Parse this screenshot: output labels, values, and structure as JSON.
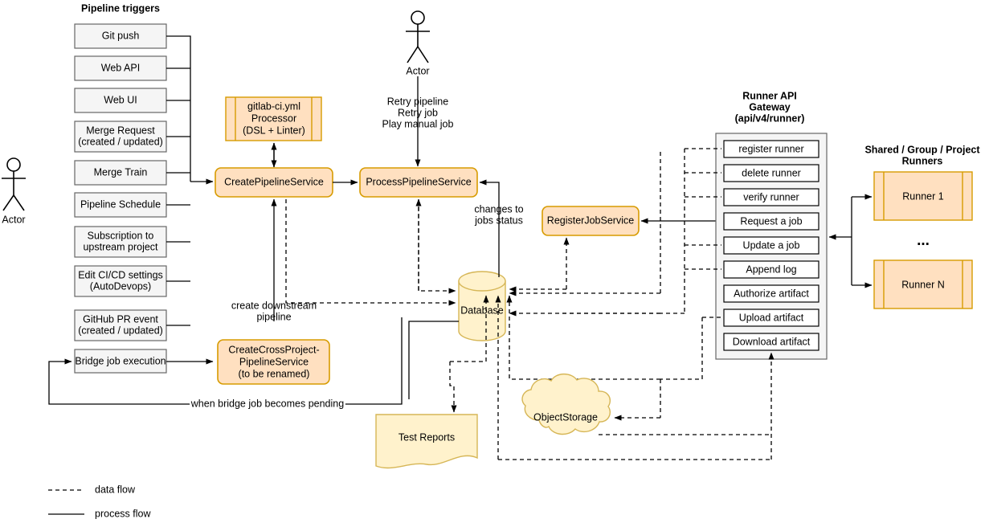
{
  "title": "GitLab CI pipeline architecture diagram",
  "sections": {
    "pipeline_triggers_title": "Pipeline triggers",
    "runner_gateway_title_l1": "Runner API",
    "runner_gateway_title_l2": "Gateway",
    "runner_gateway_title_l3": "(api/v4/runner)",
    "runners_title_l1": "Shared / Group / Project",
    "runners_title_l2": "Runners"
  },
  "actors": [
    {
      "name": "actor-left",
      "label": "Actor"
    },
    {
      "name": "actor-top",
      "label": "Actor"
    }
  ],
  "triggers": [
    {
      "id": "git-push",
      "lines": [
        "Git push"
      ]
    },
    {
      "id": "web-api",
      "lines": [
        "Web API"
      ]
    },
    {
      "id": "web-ui",
      "lines": [
        "Web UI"
      ]
    },
    {
      "id": "merge-request",
      "lines": [
        "Merge Request",
        "(created / updated)"
      ]
    },
    {
      "id": "merge-train",
      "lines": [
        "Merge Train"
      ]
    },
    {
      "id": "pipeline-schedule",
      "lines": [
        "Pipeline Schedule"
      ]
    },
    {
      "id": "subscription",
      "lines": [
        "Subscription to",
        "upstream project"
      ]
    },
    {
      "id": "edit-cicd",
      "lines": [
        "Edit CI/CD settings",
        "(AutoDevops)"
      ]
    },
    {
      "id": "github-pr",
      "lines": [
        "GitHub PR event",
        "(created / updated)"
      ]
    },
    {
      "id": "bridge-job",
      "lines": [
        "Bridge job execution"
      ]
    }
  ],
  "services": {
    "yml_processor": {
      "lines": [
        "gitlab-ci.yml",
        "Processor",
        "(DSL + Linter)"
      ]
    },
    "create_pipeline": {
      "lines": [
        "CreatePipelineService"
      ]
    },
    "process_pipeline": {
      "lines": [
        "ProcessPipelineService"
      ]
    },
    "register_job": {
      "lines": [
        "RegisterJobService"
      ]
    },
    "cross_project": {
      "lines": [
        "CreateCrossProject-",
        "PipelineService",
        "(to be renamed)"
      ]
    }
  },
  "stores": {
    "database": {
      "label": "Database"
    },
    "test_reports": {
      "label": "Test Reports"
    },
    "object_storage": {
      "label": "ObjectStorage"
    }
  },
  "gateway_endpoints": [
    {
      "id": "register-runner",
      "label": "register runner",
      "flow": "data"
    },
    {
      "id": "delete-runner",
      "label": "delete runner",
      "flow": "data"
    },
    {
      "id": "verify-runner",
      "label": "verify runner",
      "flow": "data"
    },
    {
      "id": "request-a-job",
      "label": "Request a job",
      "flow": "process"
    },
    {
      "id": "update-a-job",
      "label": "Update a job",
      "flow": "data"
    },
    {
      "id": "append-log",
      "label": "Append log",
      "flow": "data"
    },
    {
      "id": "authorize-artifact",
      "label": "Authorize artifact",
      "flow": "none"
    },
    {
      "id": "upload-artifact",
      "label": "Upload artifact",
      "flow": "data"
    },
    {
      "id": "download-artifact",
      "label": "Download artifact",
      "flow": "data"
    }
  ],
  "runners": [
    {
      "id": "runner-1",
      "label": "Runner 1"
    },
    {
      "id": "runner-ellipsis",
      "label": "..."
    },
    {
      "id": "runner-n",
      "label": "Runner N"
    }
  ],
  "edge_labels": {
    "retry": [
      "Retry pipeline",
      "Retry job",
      "Play manual job"
    ],
    "changes_to_jobs_status": [
      "changes to",
      "jobs status"
    ],
    "create_downstream": [
      "create downstream",
      "pipeline"
    ],
    "bridge_pending": "when bridge job becomes pending"
  },
  "legend": [
    {
      "id": "data-flow",
      "label": "data flow",
      "style": "dashed"
    },
    {
      "id": "process-flow",
      "label": "process flow",
      "style": "solid"
    }
  ],
  "colors": {
    "service_fill": "#ffe0c0",
    "service_stroke": "#d79b00",
    "store_fill": "#fff2cc",
    "store_stroke": "#d6b656",
    "trigger_fill": "#f5f5f5",
    "trigger_stroke": "#666666",
    "line": "#000000"
  }
}
